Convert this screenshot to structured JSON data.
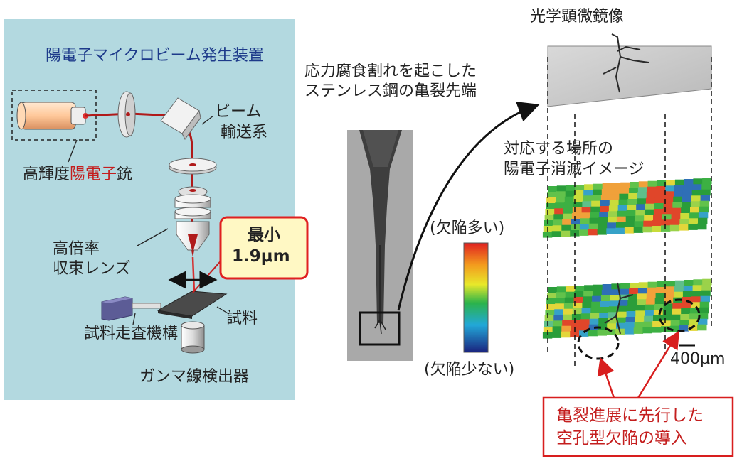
{
  "apparatus": {
    "title": "陽電子マイクロビーム発生装置",
    "beam_transport": [
      "ビーム",
      "輸送系"
    ],
    "gun_label_prefix": "高輝度",
    "gun_label_highlight": "陽電子",
    "gun_label_suffix": "銃",
    "lens": [
      "高倍率",
      "収束レンズ"
    ],
    "min_label": "最小",
    "min_value": "1.9μm",
    "sample": "試料",
    "scan": "試料走査機構",
    "detector": "ガンマ線検出器"
  },
  "specimen": {
    "caption": [
      "応力腐食割れを起こした",
      "ステンレス鋼の亀裂先端"
    ]
  },
  "colorbar": {
    "top": "(欠陥多い)",
    "bottom": "(欠陥少ない)"
  },
  "maps": {
    "optical_title": "光学顕微鏡像",
    "annihilation_title": [
      "対応する場所の",
      "陽電子消滅イメージ"
    ],
    "scale": "400μm"
  },
  "callout": [
    "亀裂進展に先行した",
    "空孔型欠陥の導入"
  ],
  "colors": {
    "accent_red": "#c41e1e",
    "panel": "#b3d9e0",
    "callout_fill": "#fff8c4",
    "title_blue": "#1d3a8a"
  }
}
